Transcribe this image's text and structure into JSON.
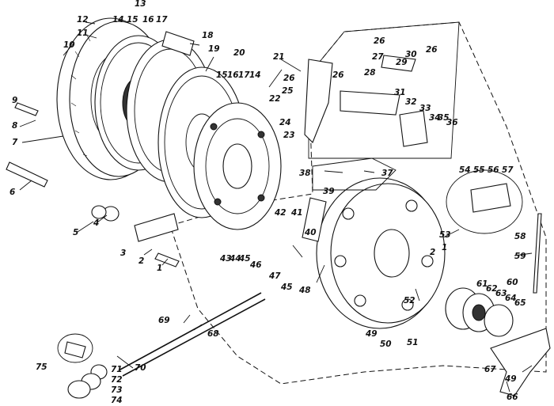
{
  "labels": {
    "l1": "1",
    "l2": "2",
    "l3": "3",
    "l4": "4",
    "l5": "5",
    "l6": "6",
    "l7": "7",
    "l8": "8",
    "l9": "9",
    "l10": "10",
    "l11": "11",
    "l12": "12",
    "l13": "13",
    "l14": "14",
    "l15": "15",
    "l16": "16",
    "l17": "17",
    "l18": "18",
    "l19": "19",
    "l20": "20",
    "l20b_15": "15",
    "l20b_16": "16",
    "l20b_17": "17",
    "l20b_14": "14",
    "l21": "21",
    "l22": "22",
    "l23": "23",
    "l24": "24",
    "l25": "25",
    "l26": "26",
    "l26b": "26",
    "l26c": "26",
    "l26d": "26",
    "l27": "27",
    "l28": "28",
    "l29": "29",
    "l30": "30",
    "l31": "31",
    "l32": "32",
    "l33": "33",
    "l34": "34",
    "l35": "35",
    "l36": "36",
    "l37": "37",
    "l38": "38",
    "l39": "39",
    "l40": "40",
    "l41": "41",
    "l42": "42",
    "l43": "43",
    "l44": "44",
    "l45": "45",
    "l45b": "45",
    "l46": "46",
    "l47": "47",
    "l48": "48",
    "l49": "49",
    "l49b": "49",
    "l50": "50",
    "l51": "51",
    "l52": "52",
    "l53": "53",
    "l1b": "1",
    "l2b": "2",
    "l54": "54",
    "l55": "55",
    "l56": "56",
    "l57": "57",
    "l58": "58",
    "l59": "59",
    "l60": "60",
    "l61": "61",
    "l62": "62",
    "l63": "63",
    "l64": "64",
    "l65": "65",
    "l66": "66",
    "l67": "67",
    "l68": "68",
    "l69": "69",
    "l70": "70",
    "l71": "71",
    "l72": "72",
    "l73": "73",
    "l74": "74",
    "l75": "75"
  }
}
